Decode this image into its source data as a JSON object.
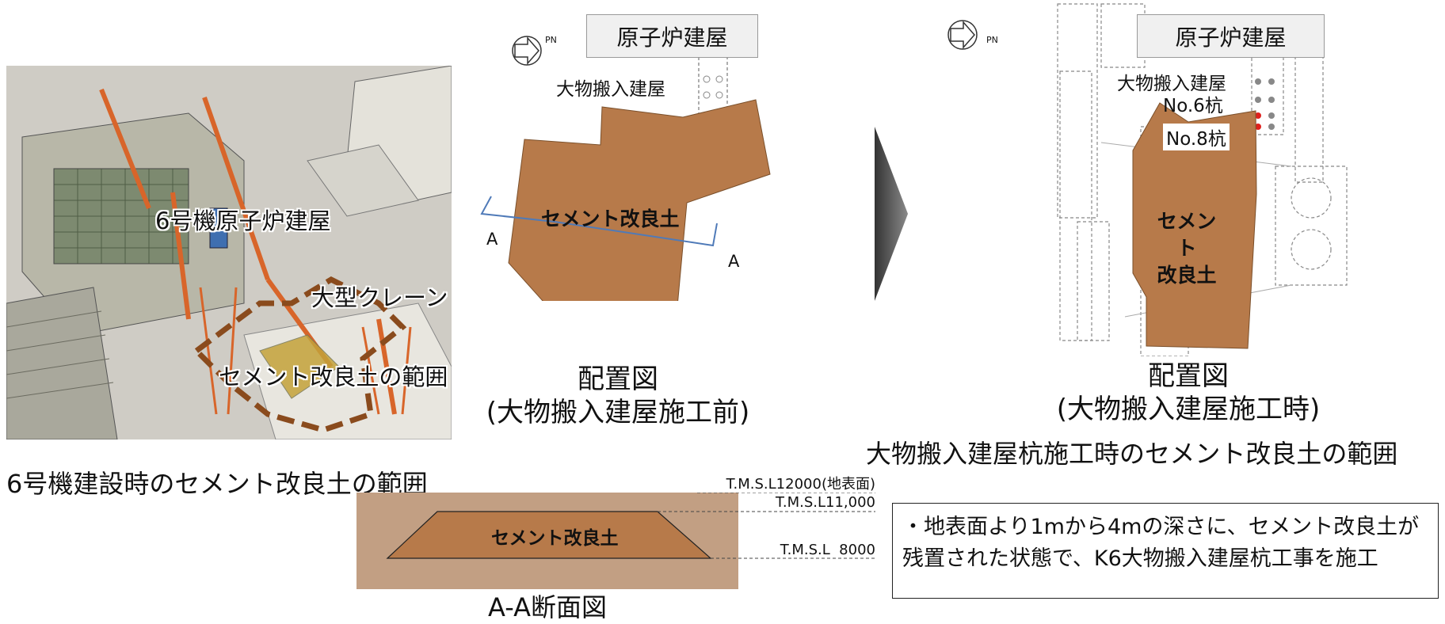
{
  "left_panel": {
    "callouts": [
      "6号機原子炉建屋",
      "大型クレーン",
      "セメント改良土の範囲"
    ],
    "caption": "6号機建設時のセメント改良土の範囲"
  },
  "plan_before": {
    "reactor_building": "原子炉建屋",
    "carry_in_building": "大物搬入建屋",
    "soil_label": "セメント改良土",
    "section_mark_left": "A",
    "section_mark_right": "A",
    "north_label": "PN",
    "caption_line1": "配置図",
    "caption_line2": "(大物搬入建屋施工前)"
  },
  "plan_during": {
    "reactor_building": "原子炉建屋",
    "carry_in_building": "大物搬入建屋",
    "pile_6": "No.6杭",
    "pile_8": "No.8杭",
    "soil_label_line1": "セメント",
    "soil_label_line2": "改良土",
    "north_label": "PN",
    "caption_line1": "配置図",
    "caption_line2": "(大物搬入建屋施工時)",
    "caption_line3": "大物搬入建屋杭施工時のセメント改良土の範囲"
  },
  "section": {
    "soil_label": "セメント改良土",
    "level_ground": "T.M.S.L12000(地表面)",
    "level_top": "T.M.S.L11,000",
    "level_bottom": "T.M.S.L  8000",
    "caption": "A-A断面図"
  },
  "note": {
    "line1": "・地表面より1mから4mの深さに、セメント改良土が",
    "line2": "残置された状態で、K6大物搬入建屋杭工事を施工"
  },
  "colors": {
    "soil": "#b77a4a",
    "soil_outline": "#7a4f2a",
    "section_bg": "#c29f83",
    "section_line": "#4f7ab8",
    "pile_red": "#e0201c",
    "dash_brown": "#8a4b1d"
  }
}
